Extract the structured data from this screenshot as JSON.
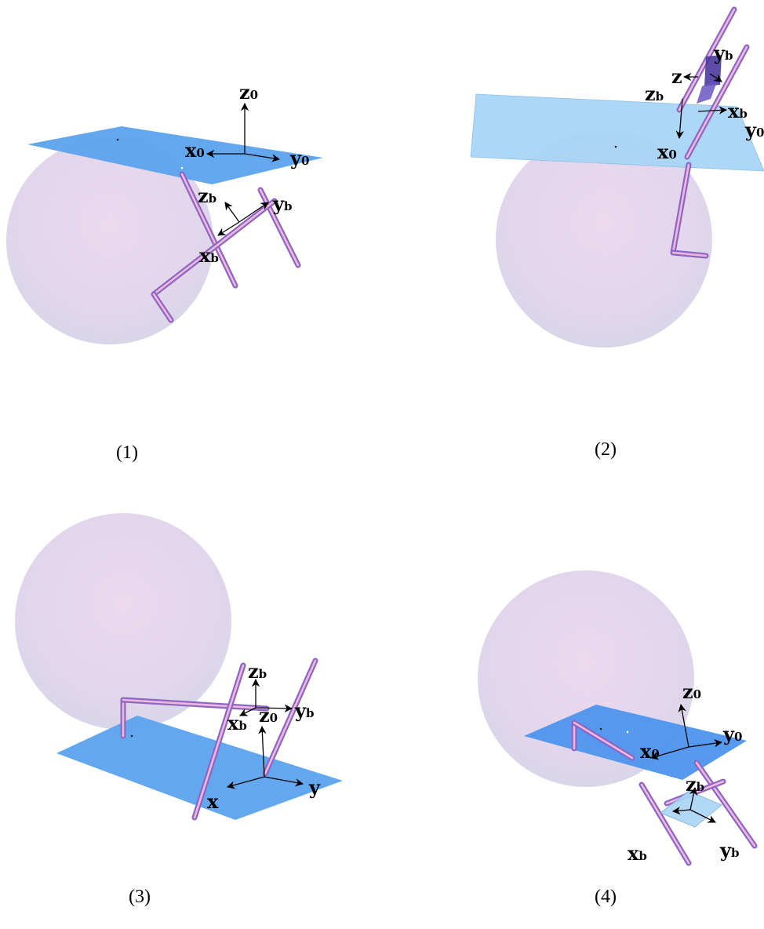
{
  "panels": [
    {
      "caption": "(1)",
      "labels": [
        {
          "base": "z",
          "sub": "0"
        },
        {
          "base": "x",
          "sub": "0"
        },
        {
          "base": "y",
          "sub": "0"
        },
        {
          "base": "z",
          "sub": "b"
        },
        {
          "base": "y",
          "sub": "b"
        },
        {
          "base": "x",
          "sub": "b"
        }
      ]
    },
    {
      "caption": "(2)",
      "labels": [
        {
          "base": "z",
          "sub": "b"
        },
        {
          "base": "x",
          "sub": "0"
        },
        {
          "base": "x",
          "sub": "b"
        },
        {
          "base": "y",
          "sub": "0"
        },
        {
          "base": "y",
          "sub": "b"
        },
        {
          "base": "z",
          "sub": ""
        }
      ]
    },
    {
      "caption": "(3)",
      "labels": [
        {
          "base": "z",
          "sub": "b"
        },
        {
          "base": "z",
          "sub": "0"
        },
        {
          "base": "x",
          "sub": "b"
        },
        {
          "base": "y",
          "sub": "b"
        },
        {
          "base": "x",
          "sub": ""
        },
        {
          "base": "y",
          "sub": ""
        }
      ]
    },
    {
      "caption": "(4)",
      "labels": [
        {
          "base": "z",
          "sub": "0"
        },
        {
          "base": "y",
          "sub": "0"
        },
        {
          "base": "x",
          "sub": "0"
        },
        {
          "base": "z",
          "sub": "b"
        },
        {
          "base": "x",
          "sub": "b"
        },
        {
          "base": "y",
          "sub": "b"
        }
      ]
    }
  ]
}
